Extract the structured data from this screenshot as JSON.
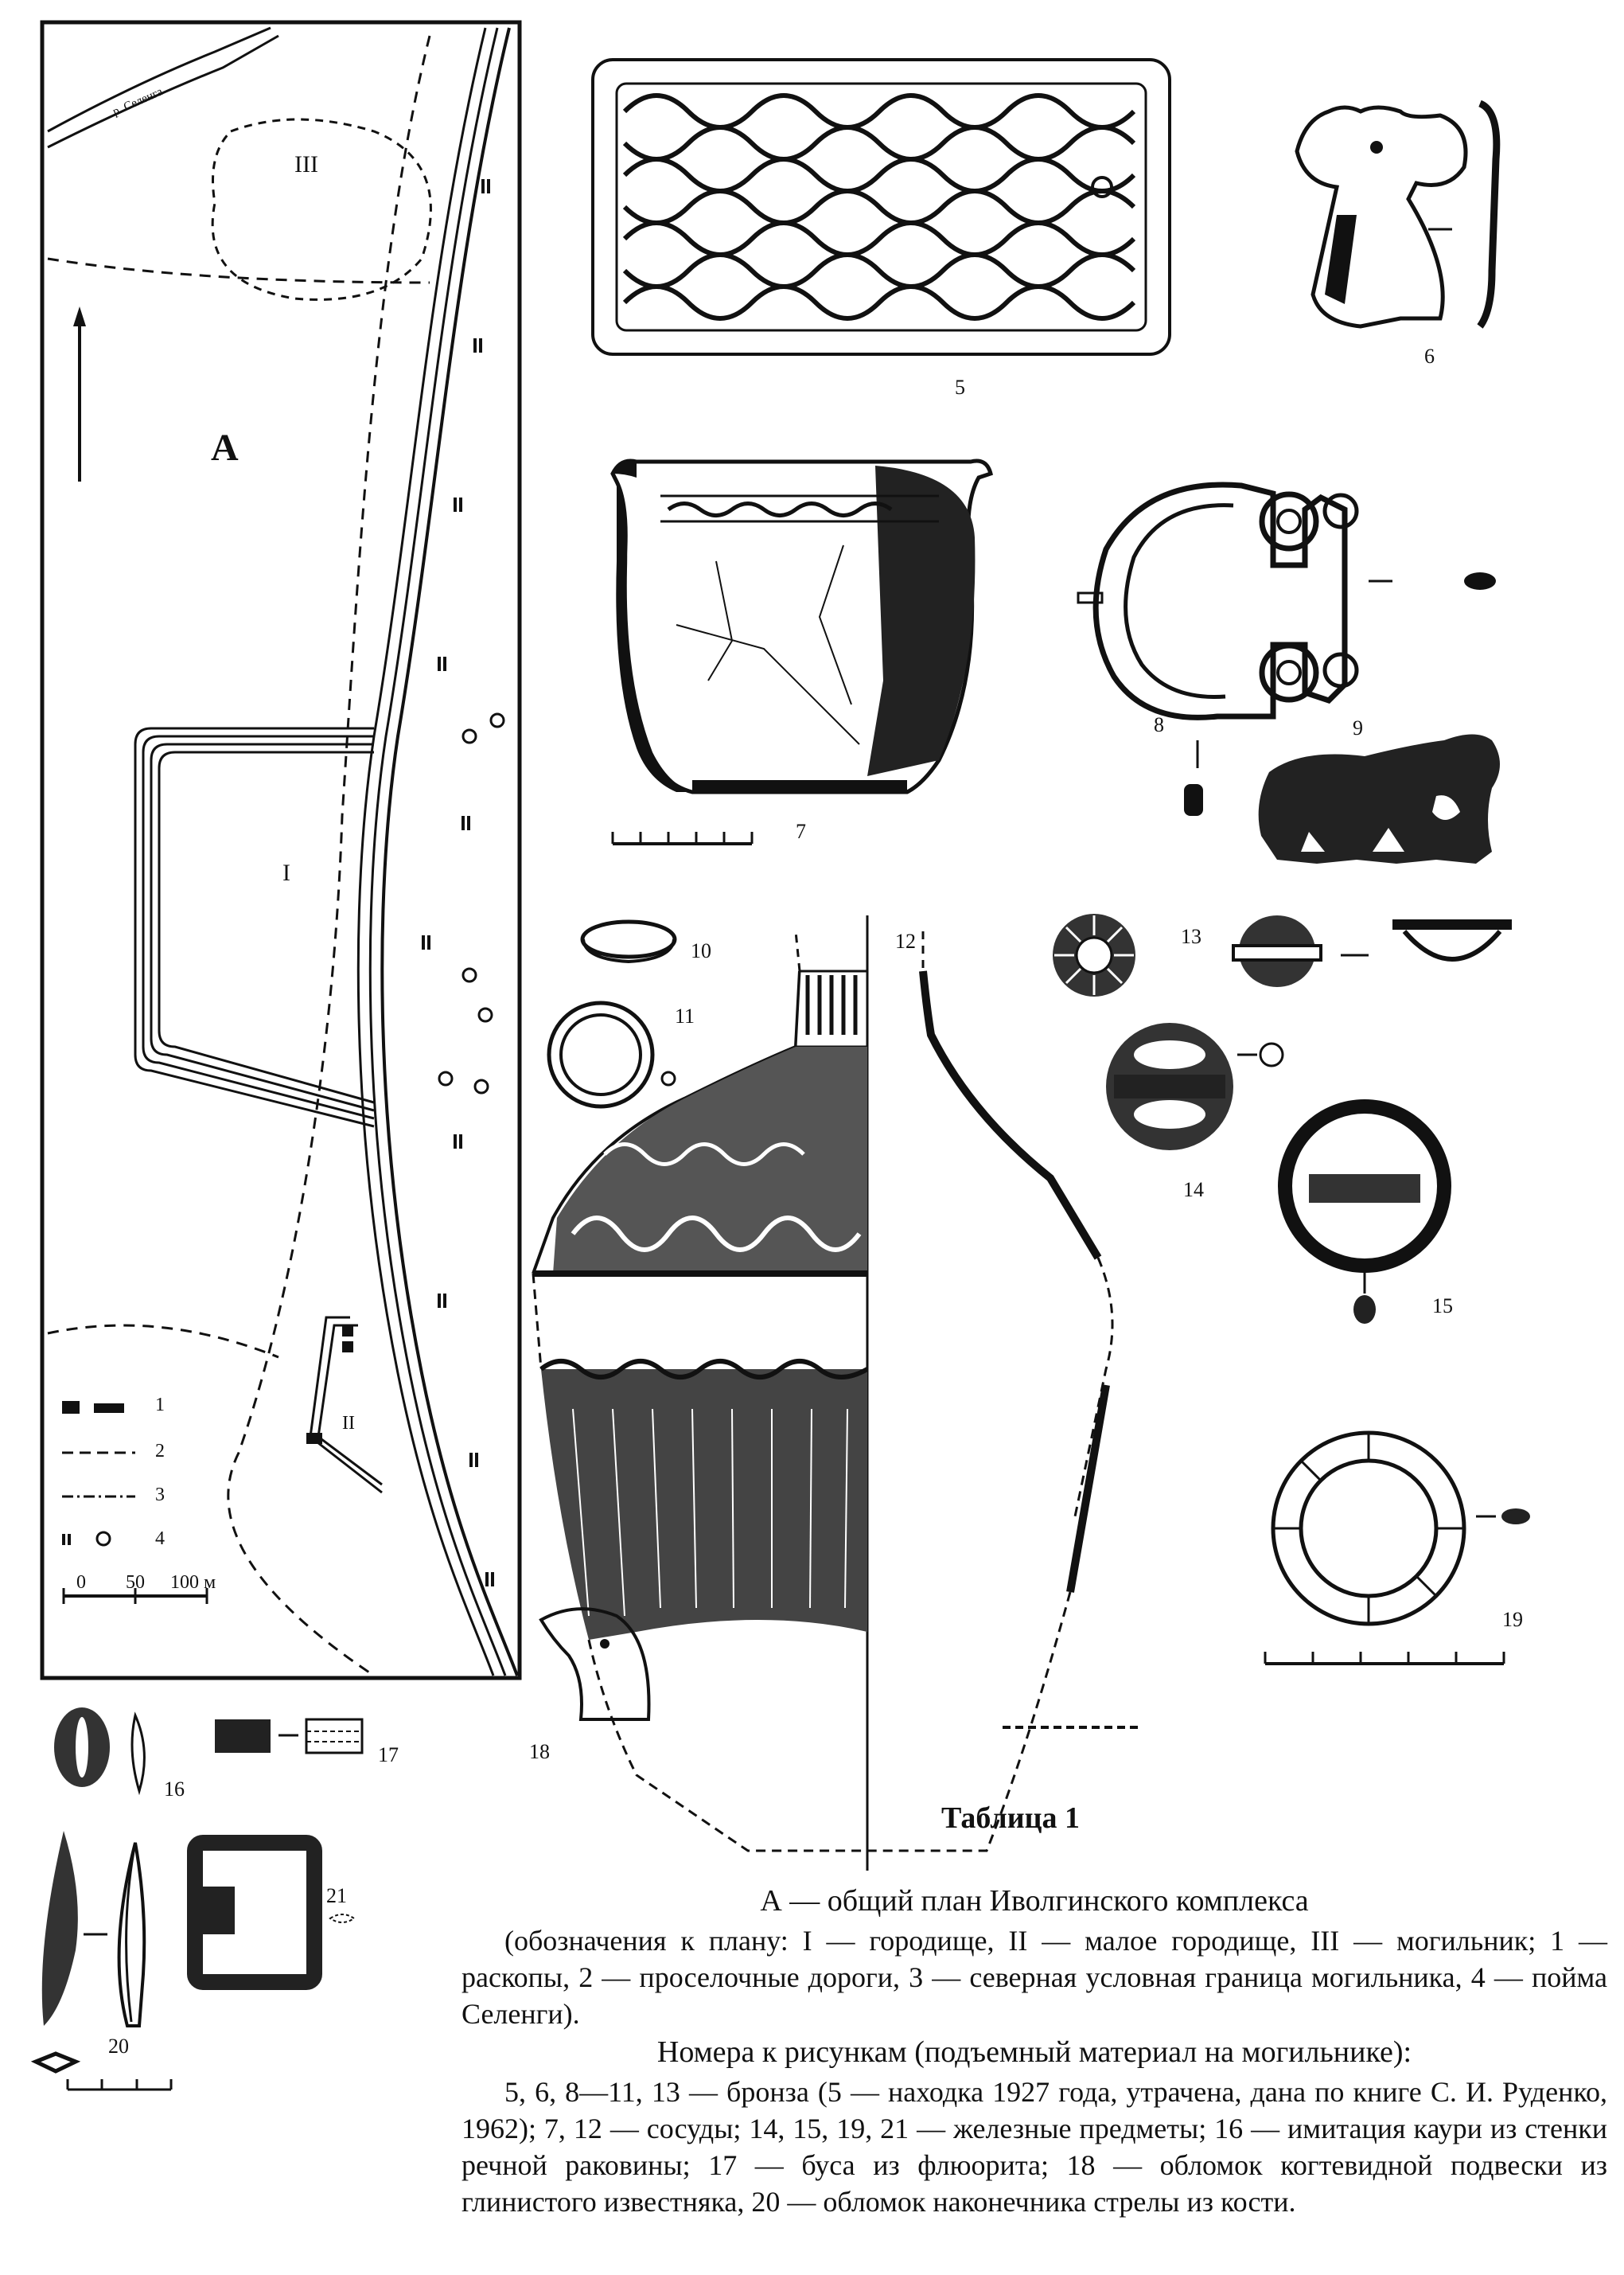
{
  "map": {
    "letter": "A",
    "zones": [
      "I",
      "II",
      "III"
    ],
    "river_label": "р. Селенга",
    "legend": [
      "1",
      "2",
      "3",
      "4"
    ],
    "scale": [
      "0",
      "50",
      "100 м"
    ]
  },
  "figure_numbers": [
    "5",
    "6",
    "7",
    "8",
    "9",
    "10",
    "11",
    "12",
    "13",
    "14",
    "15",
    "16",
    "17",
    "18",
    "19",
    "20",
    "21"
  ],
  "caption": {
    "title": "Таблица 1",
    "heading": "А — общий план Иволгинского комплекса",
    "legend_text": "(обозначения к плану: I — городище, II — малое городище, III — могильник; 1 — раскопы, 2 — проселочные дороги, 3 — северная условная граница могильника, 4 — пойма Селенги).",
    "subheading": "Номера к рисункам (подъемный материал на могильнике):",
    "body": "5, 6, 8—11, 13 — бронза (5 — находка 1927 года, утрачена, дана по книге С. И. Руденко, 1962); 7, 12 — сосуды; 14, 15, 19, 21 — железные предметы; 16 — имитация каури из стенки речной раковины; 17 — буса из флюорита; 18 — обломок когтевидной подвески из глинистого известняка, 20 — обломок наконечника стрелы из кости."
  }
}
